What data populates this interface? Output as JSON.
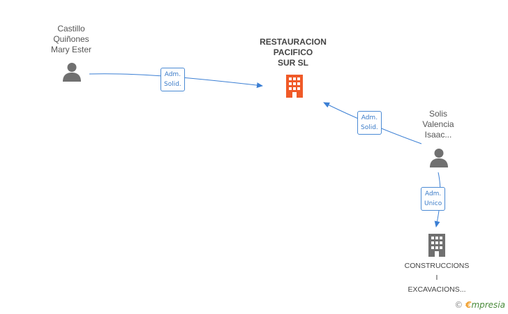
{
  "colors": {
    "edge": "#3b7fd4",
    "person": "#707070",
    "company_main": "#f05a28",
    "company_other": "#707070"
  },
  "nodes": {
    "person_castillo": {
      "lines": [
        "Castillo",
        "Quiñones",
        "Mary Ester"
      ],
      "icon": "person-icon"
    },
    "company_restauracion": {
      "lines": [
        "RESTAURACION",
        "PACIFICO",
        "SUR SL"
      ],
      "icon": "building-icon"
    },
    "person_solis": {
      "lines": [
        "Solis",
        "Valencia",
        "Isaac..."
      ],
      "icon": "person-icon"
    },
    "company_construcciones": {
      "lines": [
        "CONSTRUCCIONS",
        "I",
        "EXCAVACIONS..."
      ],
      "icon": "building-icon"
    }
  },
  "edges": [
    {
      "from": "person_castillo",
      "to": "company_restauracion",
      "label": [
        "Adm.",
        "Solid."
      ]
    },
    {
      "from": "person_solis",
      "to": "company_restauracion",
      "label": [
        "Adm.",
        "Solid."
      ]
    },
    {
      "from": "person_solis",
      "to": "company_construcciones",
      "label": [
        "Adm.",
        "Unico"
      ]
    }
  ],
  "brand": {
    "copyright": "©",
    "e": "€",
    "rest": "mpresia"
  }
}
